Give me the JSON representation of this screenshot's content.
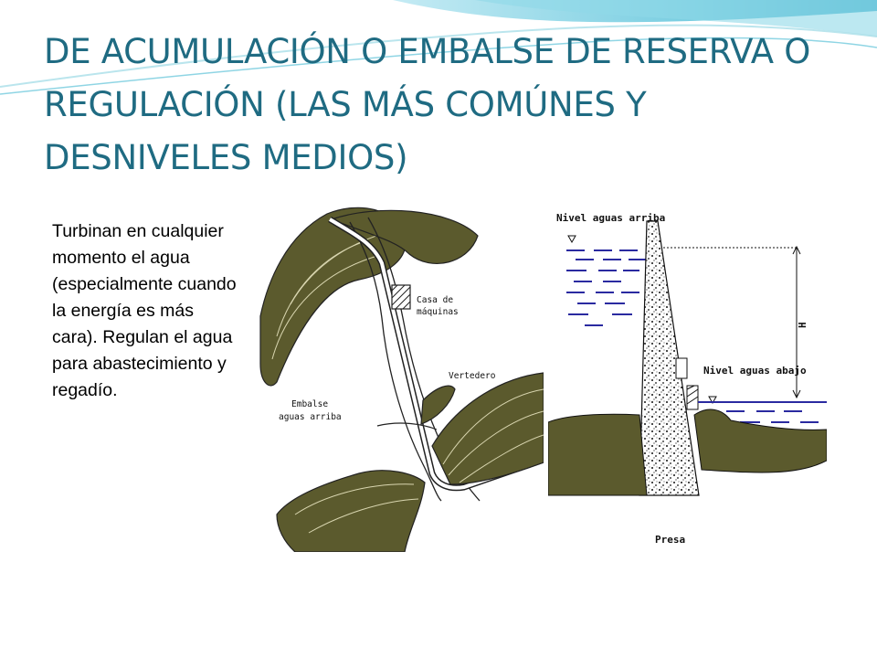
{
  "slide": {
    "title": "DE ACUMULACIÓN O EMBALSE DE RESERVA O REGULACIÓN (LAS MÁS COMÚNES Y DESNIVELES MEDIOS)",
    "body": "Turbinan en cualquier momento el agua (especialmente cuando la energía es más cara). Regulan el agua para abastecimiento y regadío."
  },
  "figures": {
    "plan": {
      "label_casa_1": "Casa de",
      "label_casa_2": "máquinas",
      "label_vertedero": "Vertedero",
      "label_embalse_1": "Embalse",
      "label_embalse_2": "aguas arriba"
    },
    "section": {
      "label_nivel_arriba": "Nivel aguas arriba",
      "label_nivel_abajo": "Nivel aguas abajo",
      "label_h": "H",
      "label_presa": "Presa"
    }
  },
  "colors": {
    "title": "#1f6b82",
    "terrain": "#5b5a2d",
    "water_lines": "#2a2aa0",
    "accent_swoosh": "#5fc3d8"
  }
}
